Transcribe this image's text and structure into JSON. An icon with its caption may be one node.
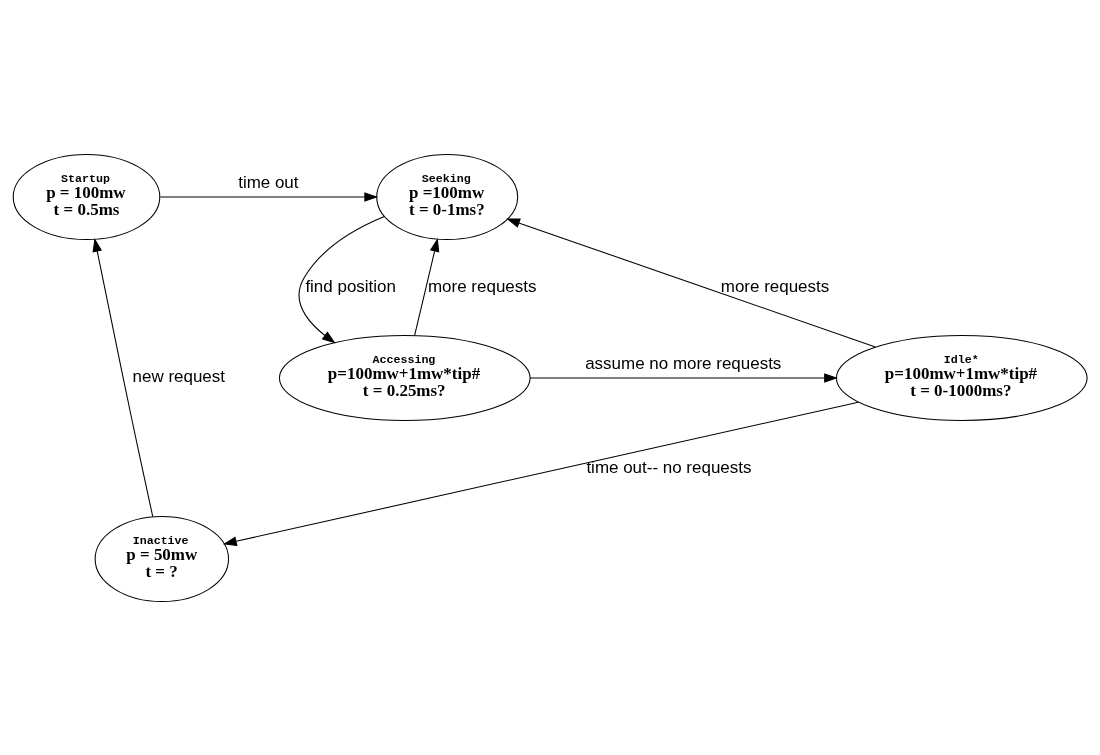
{
  "diagram": {
    "nodes": [
      {
        "text": [
          "Startup",
          "p = 100mw",
          "t = 0.5ms"
        ]
      },
      {
        "text": [
          "Seeking",
          "p =100mw",
          "t = 0-1ms?"
        ]
      },
      {
        "text": [
          "Inactive",
          "p = 50mw",
          "t = ?"
        ]
      },
      {
        "text": [
          "Idle*",
          "p=100mw+1mw*tip#",
          "t = 0-1000ms?"
        ]
      },
      {
        "text": [
          "Accessing",
          "p=100mw+1mw*tip#",
          "t = 0.25ms?"
        ]
      }
    ],
    "edges": [
      {
        "from": 2,
        "to": 0,
        "arrow": "to",
        "label": "new request"
      },
      {
        "from": 0,
        "to": 1,
        "arrow": "to",
        "label": "time out"
      },
      {
        "from": 1,
        "to": 4,
        "arrow": "to",
        "label": "find position"
      },
      {
        "from": 4,
        "to": 1,
        "arrow": "to",
        "label": "more requests"
      },
      {
        "from": 3,
        "to": 1,
        "arrow": "to",
        "label": "more requests"
      },
      {
        "from": 4,
        "to": 3,
        "arrow": "to",
        "label": "assume no more requests"
      },
      {
        "from": 3,
        "to": 2,
        "arrow": "to",
        "label": "time out-- no requests"
      }
    ]
  }
}
